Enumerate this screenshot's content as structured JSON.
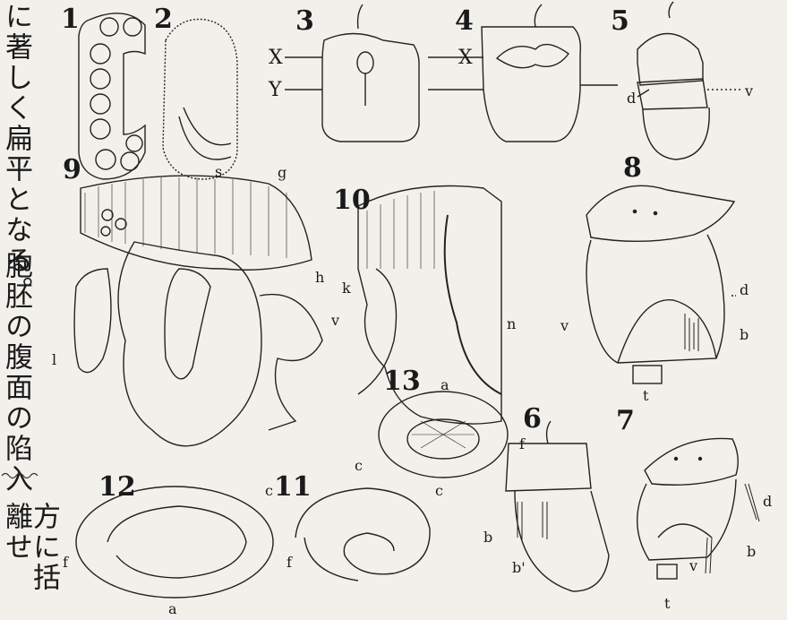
{
  "side_text": {
    "col1": "に著しく扁平となる。",
    "col2": "胞胚の腹面の陷入",
    "col3": "方に括離せ"
  },
  "figure_numbers": [
    "1",
    "2",
    "3",
    "4",
    "5",
    "6",
    "7",
    "8",
    "9",
    "10",
    "11",
    "12",
    "13"
  ],
  "labels": {
    "fig3_x": "X",
    "fig3_y": "Y",
    "fig4_x": "X",
    "fig5_d": "d",
    "fig5_v": "v",
    "fig9_s": "s",
    "fig9_g": "g",
    "fig9_h": "h",
    "fig9_v": "v",
    "fig9_l": "l",
    "fig10_k": "k",
    "fig10_n": "n",
    "fig8_d": "d",
    "fig8_v": "v",
    "fig8_b": "b",
    "fig8_t": "t",
    "fig13_a": "a",
    "fig13_c": "c",
    "fig13_f": "f",
    "fig12_c": "c",
    "fig12_f": "f",
    "fig12_a": "a",
    "fig11_c": "c",
    "fig11_f": "f",
    "fig6_b": "b",
    "fig6_b2": "b'",
    "fig7_d": "d",
    "fig7_b": "b",
    "fig7_v": "v",
    "fig7_t": "t"
  }
}
